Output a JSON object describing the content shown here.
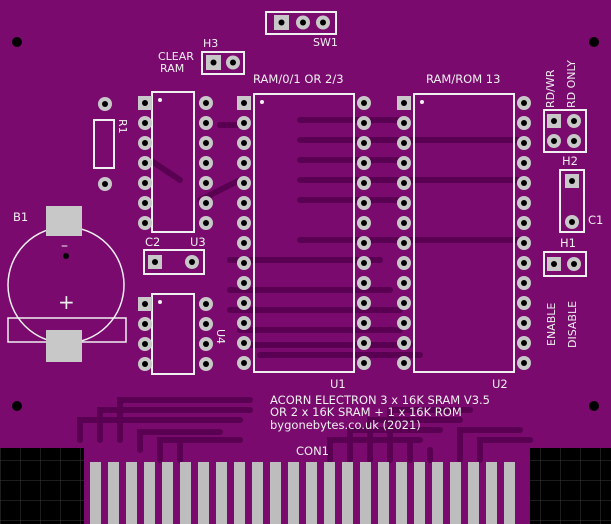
{
  "board": {
    "title_line1": "ACORN ELECTRON 3 x 16K SRAM V3.5",
    "title_line2": "OR 2 x 16K SRAM + 1 x 16K ROM",
    "title_line3": "bygonebytes.co.uk (2021)",
    "colors": {
      "soldermask": "#7a0a6e",
      "copper": "#5a0052",
      "silkscreen": "#f0f0f0",
      "pad": "#c8c8c8",
      "edge": "#000000",
      "grid": "#3a3a3a",
      "gold": "#bdbdbd"
    }
  },
  "labels": {
    "sw1": "SW1",
    "h3": "H3",
    "clear_ram": "CLEAR\nRAM",
    "clear": "CLEAR",
    "ram": "RAM",
    "ram_bank": "RAM/0/1 OR 2/3",
    "ram_rom": "RAM/ROM 13",
    "rd_wr": "RD/WR",
    "rd_only": "RD ONLY",
    "r1": "R1",
    "b1": "B1",
    "h2": "H2",
    "c1": "C1",
    "c2": "C2",
    "u3": "U3",
    "h1": "H1",
    "u4": "U4",
    "enable": "ENABLE",
    "disable": "DISABLE",
    "u1": "U1",
    "u2": "U2",
    "con1": "CON1",
    "battery_minus": "–",
    "battery_plus": "+"
  }
}
